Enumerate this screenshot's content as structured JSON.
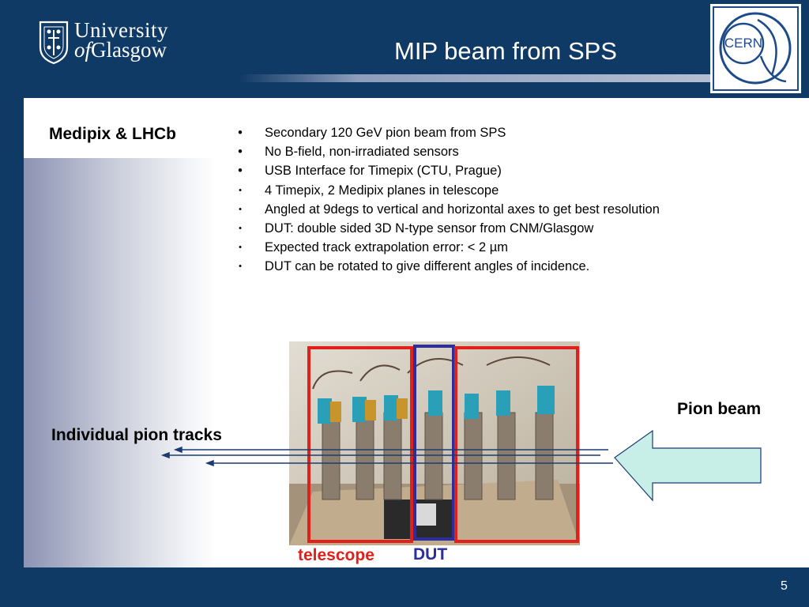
{
  "header": {
    "university_line1": "University",
    "university_of": "of",
    "university_line2": "Glasgow",
    "title": "MIP beam from SPS",
    "cern_text": "CERN"
  },
  "sidebar": {
    "section_label": "Medipix & LHCb"
  },
  "bullets": [
    "Secondary 120 GeV pion beam from SPS",
    "No B-field, non-irradiated sensors",
    "USB Interface for Timepix (CTU, Prague)",
    "4 Timepix, 2 Medipix planes in telescope",
    "Angled at 9degs to vertical and horizontal axes to get best resolution",
    "DUT: double sided 3D N-type sensor from CNM/Glasgow",
    "Expected track extrapolation error: < 2 µm",
    "DUT can be rotated to give different angles of incidence."
  ],
  "figure": {
    "beam_label": "Pion beam",
    "tracks_label": "Individual pion tracks",
    "telescope_label": "telescope",
    "dut_label": "DUT"
  },
  "footer": {
    "page_number": "5"
  },
  "colors": {
    "background": "#0f3a66",
    "telescope_box": "#e0201a",
    "dut_box": "#2c2f9a",
    "arrow_fill": "#c8eee8",
    "track_line": "#1c3c70"
  }
}
